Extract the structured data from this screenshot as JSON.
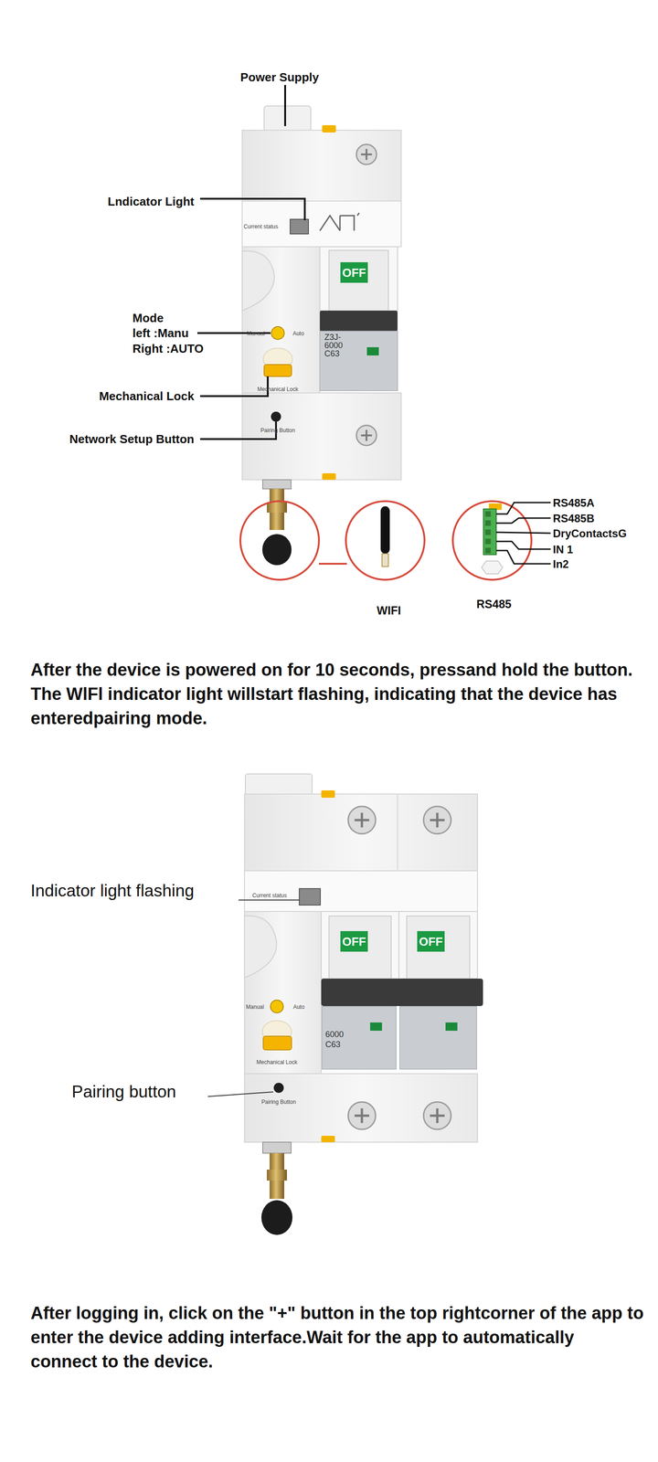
{
  "diagram": {
    "labels": [
      "Power Supply",
      "Lndicator Light",
      "Mode",
      "left :Manu",
      "Right :AUTO",
      "Mechanical Lock",
      "Network Setup Button",
      "Current status",
      "Manual",
      "Auto",
      "Mechanical Lock",
      "Pairing Button",
      "OFF",
      "Z3J-",
      "6000",
      "C63",
      "RS485A",
      "RS485B",
      "DryContactsG",
      "IN 1",
      "In2",
      "WIFI",
      "RS485",
      "After the device is powered on for 10 seconds, pressand hold the button. The WlFl indicator light willstart flashing, indicating that the device has enteredpairing mode.",
      "Indicator light flashing",
      "Current status",
      "OFF",
      "OFF",
      "Manual",
      "Auto",
      "6000",
      "C63",
      "Mechanical Lock",
      "Pairing button",
      "Pairing Button",
      "After logging in, click on the \"+\" button in the top rightcorner of the app to enter the device adding interface.Wait for the app to automatically connect to the device."
    ]
  }
}
